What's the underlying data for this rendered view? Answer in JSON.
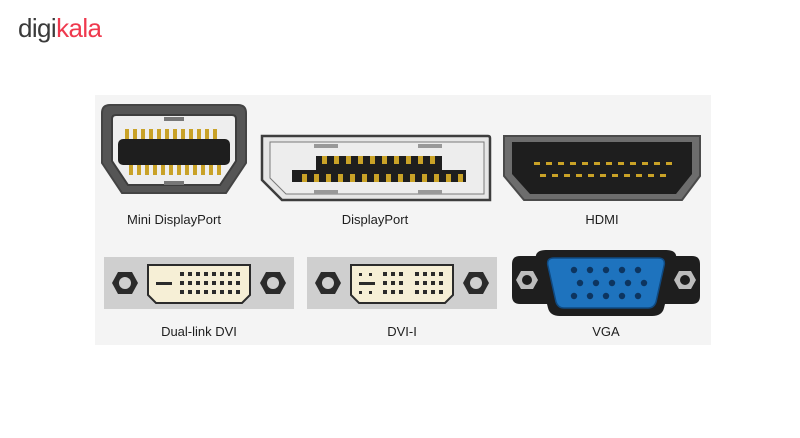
{
  "logo": {
    "text_digi": "digi",
    "text_kala": "kala",
    "colors": {
      "digi": "#3a3a3a",
      "kala": "#ef394e"
    }
  },
  "connectors": [
    {
      "label": "Mini DisplayPort"
    },
    {
      "label": "DisplayPort"
    },
    {
      "label": "HDMI"
    },
    {
      "label": "Dual-link DVI"
    },
    {
      "label": "DVI-I"
    },
    {
      "label": "VGA"
    }
  ],
  "colors": {
    "pin_gold": "#c9a227",
    "panel_bg": "#f4f4f4",
    "connector_frame": "#4a4a4a",
    "dvi_plate": "#cfcfcf",
    "vga_blue": "#1e73be"
  }
}
